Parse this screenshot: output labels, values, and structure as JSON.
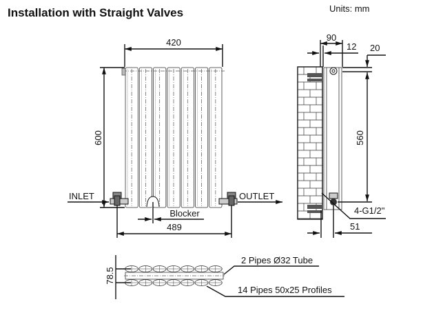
{
  "title": "Installation with Straight Valves",
  "units": "Units: mm",
  "front_view": {
    "width_label": "420",
    "height_label": "600",
    "inlet_label": "INLET",
    "outlet_label": "OUTLET",
    "blocker_label": "Blocker",
    "centers_label": "489",
    "column_count": 7
  },
  "side_view": {
    "depth_label": "90",
    "gap_label": "12",
    "top_offset_label": "20",
    "pipe_centers_label": "560",
    "connections_label": "4-G1/2\"",
    "valve_offset_label": "51"
  },
  "plan_view": {
    "depth_label": "78.5",
    "tube_label": "2 Pipes Ø32  Tube",
    "profile_label": "14 Pipes 50x25   Profiles"
  }
}
